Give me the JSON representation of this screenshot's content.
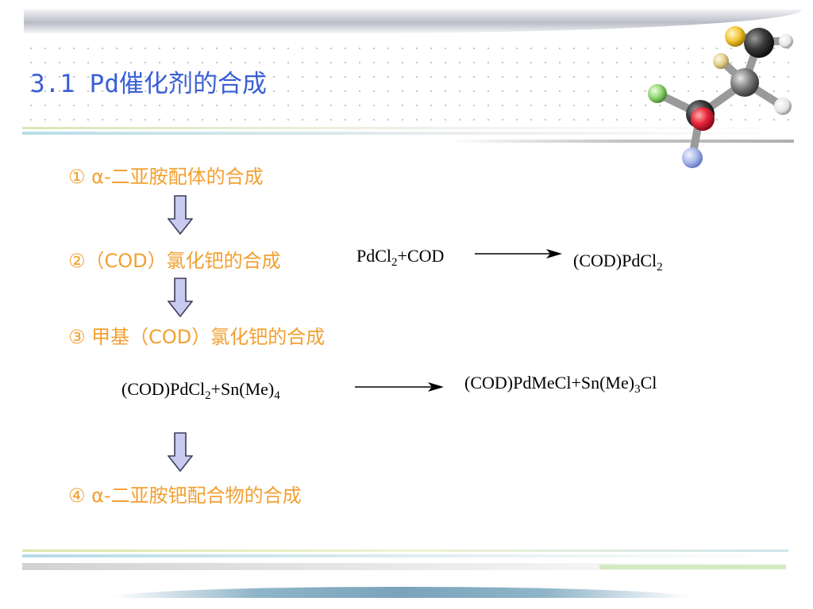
{
  "slide": {
    "title": "3.1 Pd催化剂的合成",
    "steps": [
      "①  α-二亚胺配体的合成",
      "②（COD）氯化钯的合成",
      "③ 甲基（COD）氯化钯的合成",
      "④  α-二亚胺钯配合物的合成"
    ],
    "reaction1": {
      "reactants": {
        "a": "PdCl",
        "sub": "2",
        "b": "+COD"
      },
      "product": {
        "a": "(COD)PdCl",
        "sub": "2"
      }
    },
    "reaction2": {
      "reactants": {
        "a": "(COD)PdCl",
        "sub1": "2",
        "b": "+Sn(Me)",
        "sub2": "4"
      },
      "product": {
        "a": "(COD)PdMeCl+Sn(Me)",
        "sub": "3",
        "b": "Cl"
      }
    }
  },
  "icons": {
    "down_arrow": "down-arrow-icon",
    "reaction_arrow": "right-arrow-icon",
    "molecule": "molecule-model-icon"
  },
  "colors": {
    "title": "#3a5fd6",
    "steps": "#f2a031",
    "equations": "#000000",
    "down_arrow_fill": "#c9caf0",
    "down_arrow_stroke": "#3c3c5a"
  }
}
